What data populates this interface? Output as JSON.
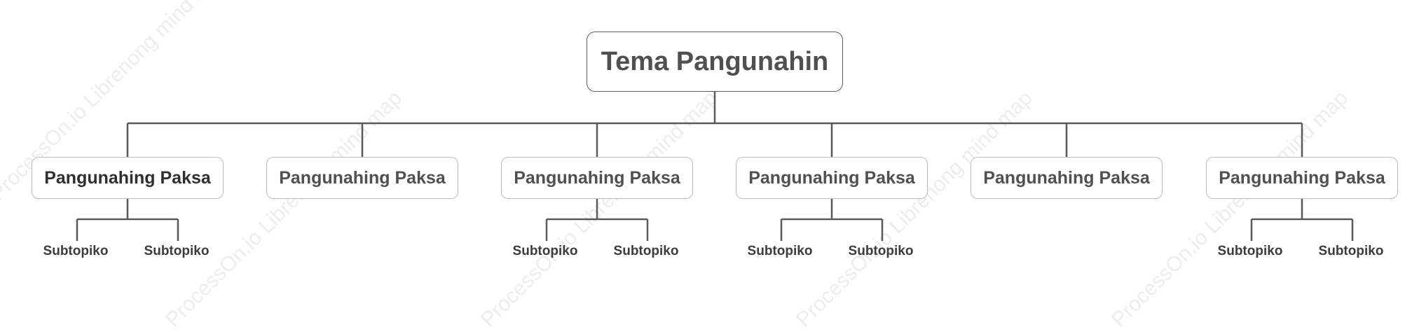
{
  "root": {
    "label": "Tema Pangunahin"
  },
  "main_topics": [
    {
      "label": "Pangunahing Paksa",
      "subtopics": [
        "Subtopiko",
        "Subtopiko"
      ]
    },
    {
      "label": "Pangunahing Paksa",
      "subtopics": []
    },
    {
      "label": "Pangunahing Paksa",
      "subtopics": [
        "Subtopiko",
        "Subtopiko"
      ]
    },
    {
      "label": "Pangunahing Paksa",
      "subtopics": [
        "Subtopiko",
        "Subtopiko"
      ]
    },
    {
      "label": "Pangunahing Paksa",
      "subtopics": []
    },
    {
      "label": "Pangunahing Paksa",
      "subtopics": [
        "Subtopiko",
        "Subtopiko"
      ]
    }
  ],
  "watermark": {
    "text": "ProcessOn.io Librenong mind map"
  },
  "colors": {
    "line": "#5a5a5a",
    "node_border": "#bdbdbd",
    "text": "#505050"
  }
}
